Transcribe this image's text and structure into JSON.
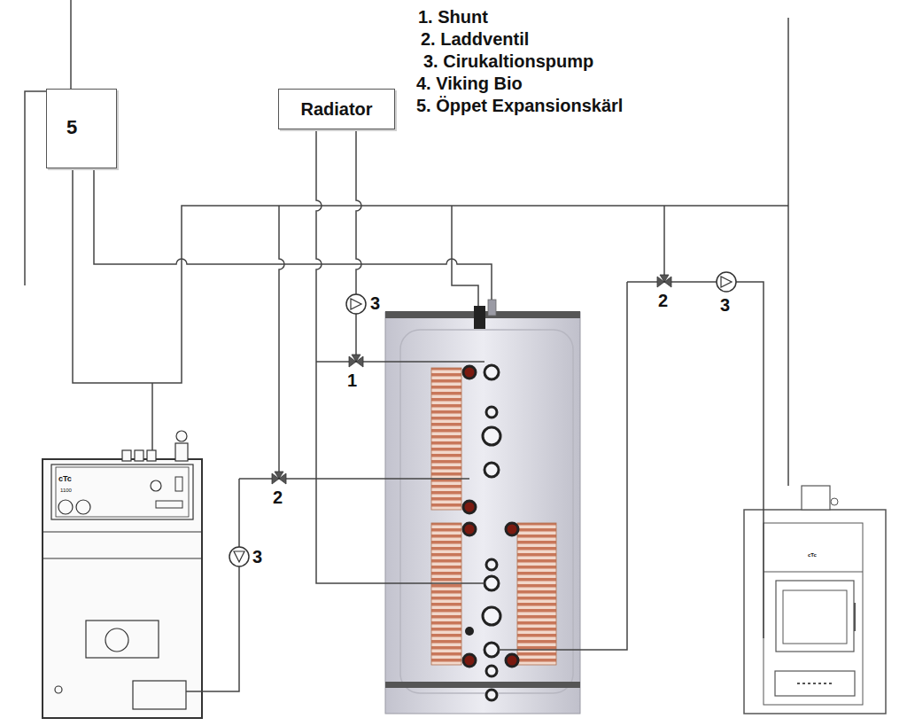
{
  "diagram": {
    "nodes": [
      {
        "text": [
          "5"
        ]
      },
      {
        "text": [
          "Radiator"
        ]
      }
    ],
    "labels": [
      "1. Shunt",
      "2. Laddventil",
      "3. Cirukaltionspump",
      "4. Viking Bio",
      "5. Öppet Expansionskärl",
      "3",
      "1",
      "2",
      "3",
      "2",
      "3",
      "cTc",
      "1100",
      "cTc"
    ]
  }
}
